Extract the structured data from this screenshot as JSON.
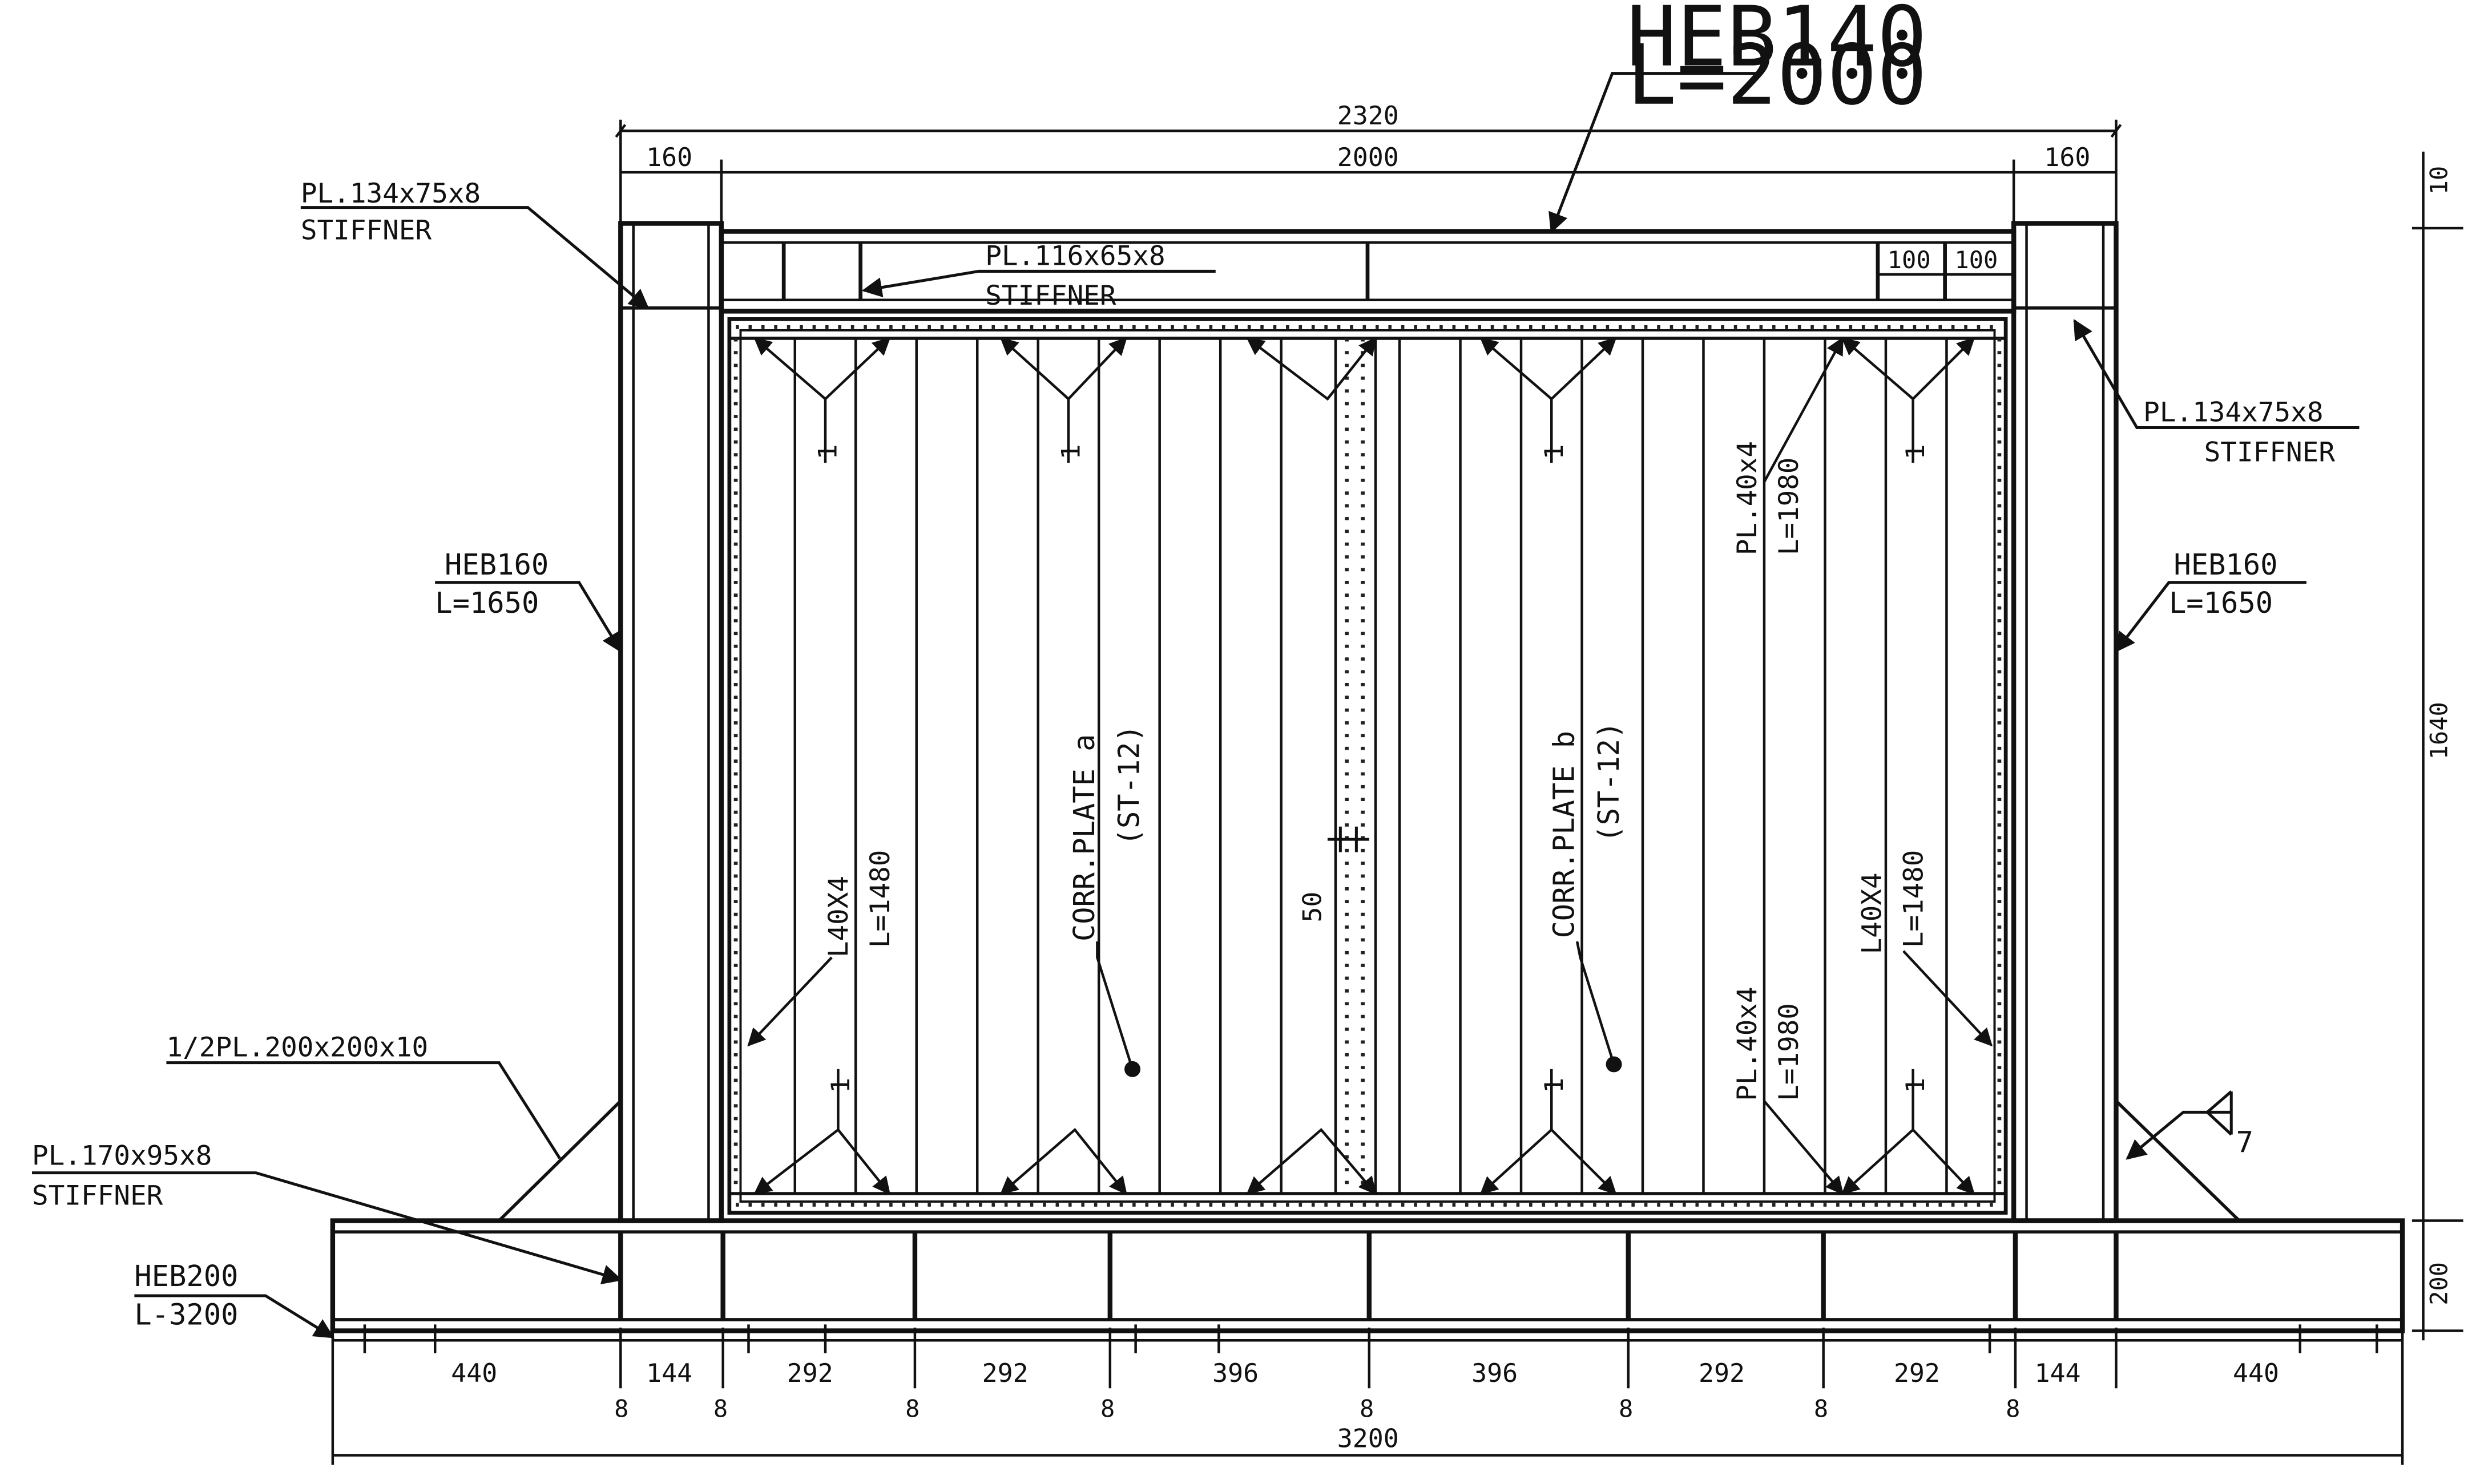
{
  "drawing": {
    "top_beam": {
      "profile": "HEB140",
      "length": "L=2000"
    },
    "left_column": {
      "profile": "HEB160",
      "length": "L=1650"
    },
    "right_column": {
      "profile": "HEB160",
      "length": "L=1650"
    },
    "base_beam": {
      "profile": "HEB200",
      "length": "L-3200"
    },
    "stiffener_top_left": {
      "plate": "PL.134x75x8",
      "note": "STIFFNER"
    },
    "stiffener_top_right": {
      "plate": "PL.134x75x8",
      "note": "STIFFNER"
    },
    "stiffener_beam": {
      "plate": "PL.116x65x8",
      "note": "STIFFNER"
    },
    "stiffener_base": {
      "plate": "PL.170x95x8",
      "note": "STIFFNER"
    },
    "gusset": {
      "plate": "1/2PL.200x200x10"
    },
    "corr_plate_a": {
      "name": "CORR.PLATE a",
      "spec": "(ST-12)"
    },
    "corr_plate_b": {
      "name": "CORR.PLATE b",
      "spec": "(ST-12)"
    },
    "angle_left": {
      "profile": "L40X4",
      "length": "L=1480"
    },
    "angle_right": {
      "profile": "L40X4",
      "length": "L=1480"
    },
    "strip_upper": {
      "profile": "PL.40x4",
      "length": "L=1980"
    },
    "strip_lower": {
      "profile": "PL.40x4",
      "length": "L=1980"
    },
    "center_gap": "50",
    "weld_size": "7",
    "weld_symbol": "1",
    "top_dims": {
      "overall": "2320",
      "left": "160",
      "middle": "2000",
      "right": "160"
    },
    "stiff_spacing": [
      "100",
      "100"
    ],
    "right_dims": {
      "top": "10",
      "height": "1640",
      "bottom": "200"
    },
    "bottom_dims": {
      "segments": [
        "440",
        "144",
        "292",
        "292",
        "396",
        "396",
        "292",
        "292",
        "144",
        "440"
      ],
      "plates": [
        "8",
        "8",
        "8",
        "8",
        "8",
        "8",
        "8",
        "8"
      ],
      "overall": "3200"
    }
  }
}
